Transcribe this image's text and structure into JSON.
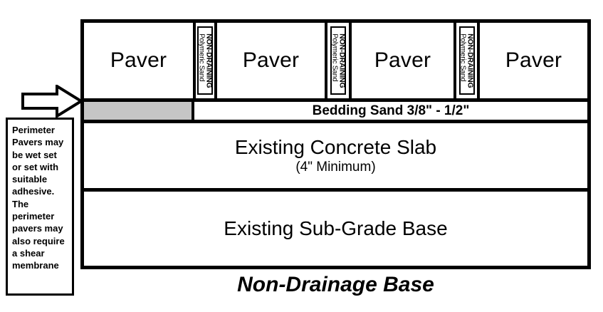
{
  "diagram": {
    "caption": "Non-Drainage Base",
    "layers": {
      "paver_label": "Paver",
      "sand_line1": "NON-DRAINING",
      "sand_line2": "Polymeric Sand",
      "bedding_label": "Bedding Sand  3/8\" - 1/2\"",
      "slab_title": "Existing Concrete Slab",
      "slab_sub": "(4\" Minimum)",
      "subgrade_title": "Existing Sub-Grade Base"
    },
    "columns": [
      {
        "type": "paver",
        "label": "Paver"
      },
      {
        "type": "sand",
        "line1": "NON-DRAINING",
        "line2": "Polymeric Sand"
      },
      {
        "type": "paver",
        "label": "Paver"
      },
      {
        "type": "sand",
        "line1": "NON-DRAINING",
        "line2": "Polymeric Sand"
      },
      {
        "type": "paver",
        "label": "Paver"
      },
      {
        "type": "sand",
        "line1": "NON-DRAINING",
        "line2": "Polymeric Sand"
      },
      {
        "type": "paver",
        "label": "Paver"
      }
    ]
  },
  "callout": {
    "text": "Perimeter Pavers may be wet set or set with suitable adhesive. The perimeter pavers may also require a shear membrane",
    "arrow_direction": "right"
  },
  "colors": {
    "outline": "#000000",
    "background": "#ffffff",
    "perimeter_bedding_fill": "#c6c6c6"
  }
}
